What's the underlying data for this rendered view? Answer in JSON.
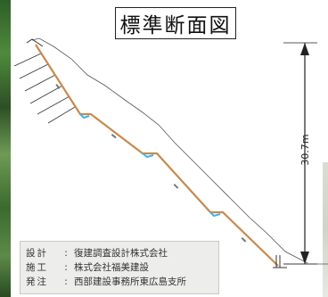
{
  "title": "標準断面図",
  "height_label": "30.7m",
  "info": [
    {
      "label": "設計",
      "colon": ":",
      "value": "復建調査設計株式会社"
    },
    {
      "label": "施工",
      "colon": ":",
      "value": "株式会社福美建設"
    },
    {
      "label": "発注",
      "colon": ":",
      "value": "西部建設事務所東広島支所"
    }
  ],
  "colors": {
    "slope_line": "#c78a4e",
    "berm_accent": "#3fb4e6",
    "dimension": "#222222",
    "ground": "#555555"
  }
}
